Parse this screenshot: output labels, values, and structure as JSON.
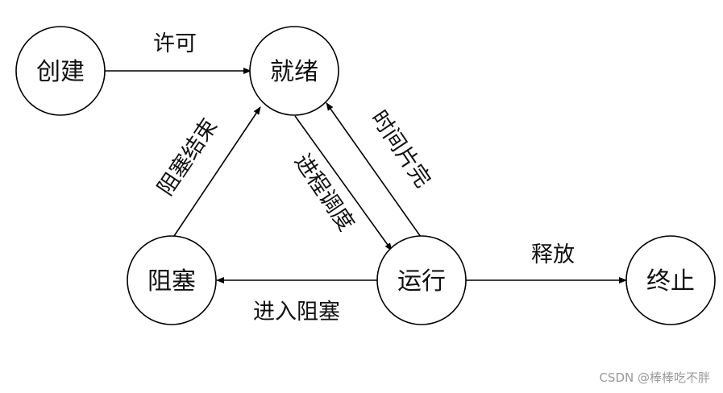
{
  "states": {
    "create": "创建",
    "ready": "就绪",
    "blocked": "阻塞",
    "running": "运行",
    "terminated": "终止"
  },
  "transitions": {
    "create_to_ready": "许可",
    "blocked_to_ready": "阻塞结束",
    "ready_to_running": "进程调度",
    "running_to_ready": "时间片完",
    "running_to_blocked": "进入阻塞",
    "running_to_terminated": "释放"
  },
  "watermark": "CSDN @棒棒吃不胖",
  "colors": {
    "stroke": "#000000",
    "text": "#111111",
    "watermark": "#9a9a9a"
  }
}
